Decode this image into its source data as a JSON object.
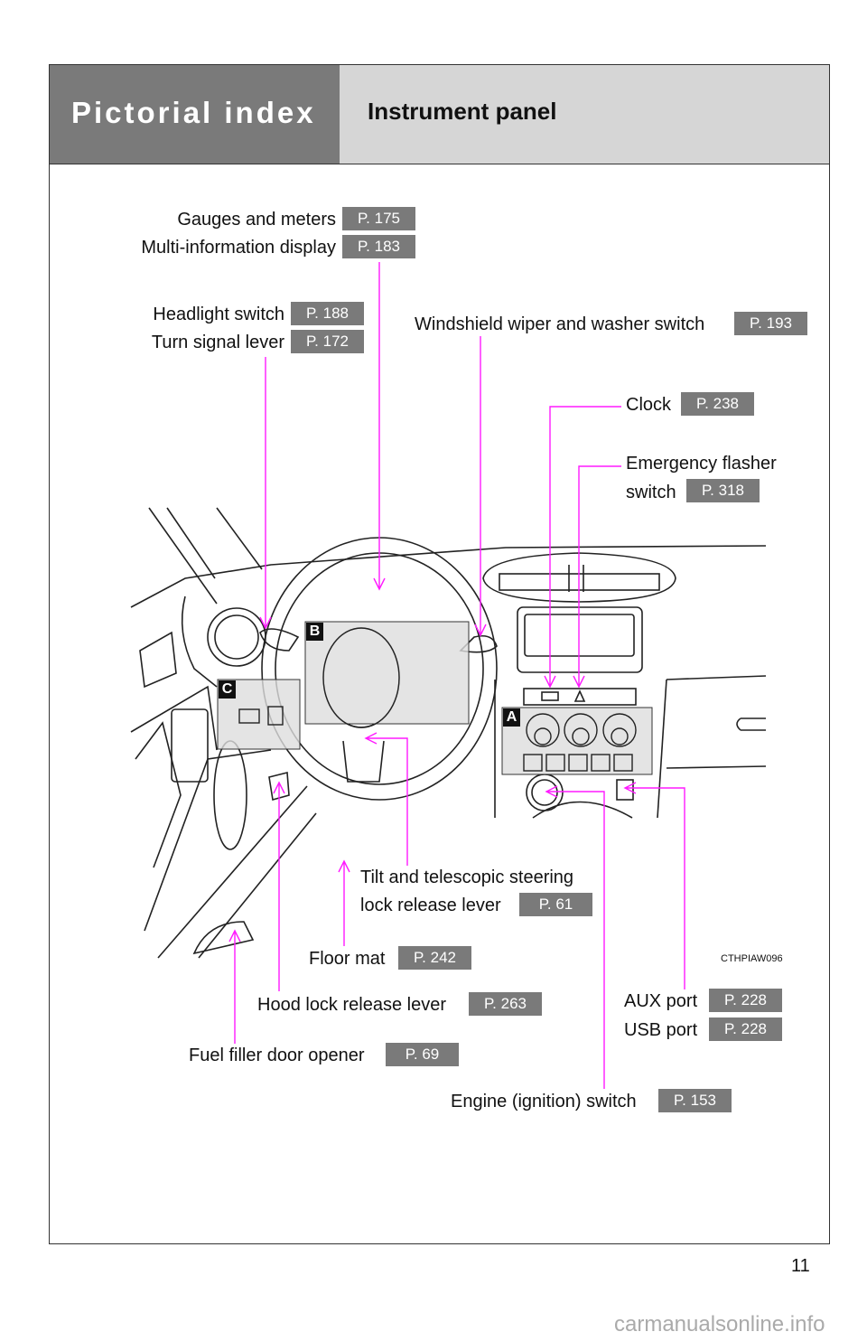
{
  "header": {
    "section": "Pictorial index",
    "title": "Instrument panel"
  },
  "callouts": [
    {
      "label": "Gauges and meters",
      "page": "P. 175"
    },
    {
      "label": "Multi-information display",
      "page": "P. 183"
    },
    {
      "label": "Headlight switch",
      "page": "P. 188"
    },
    {
      "label": "Turn signal lever",
      "page": "P. 172"
    },
    {
      "label": "Windshield wiper and washer switch",
      "page": "P. 193"
    },
    {
      "label": "Clock",
      "page": "P. 238"
    },
    {
      "label_line1": "Emergency flasher",
      "label_line2": "switch",
      "page": "P. 318"
    },
    {
      "label_line1": "Tilt and telescopic steering",
      "label_line2": "lock release lever",
      "page": "P. 61"
    },
    {
      "label": "Floor mat",
      "page": "P. 242"
    },
    {
      "label": "Hood lock release lever",
      "page": "P. 263"
    },
    {
      "label": "Fuel filler door opener",
      "page": "P. 69"
    },
    {
      "label": "AUX port",
      "page": "P. 228"
    },
    {
      "label": "USB port",
      "page": "P. 228"
    },
    {
      "label": "Engine (ignition) switch",
      "page": "P. 153"
    }
  ],
  "markers": {
    "a": "A",
    "b": "B",
    "c": "C"
  },
  "image_code": "CTHPIAW096",
  "page_number": "11",
  "watermark": "carmanualsonline.info",
  "colors": {
    "leader": "#ff1aff",
    "badge": "#7a7a7a",
    "header_dark": "#7a7a7a",
    "header_light": "#d6d6d6"
  }
}
